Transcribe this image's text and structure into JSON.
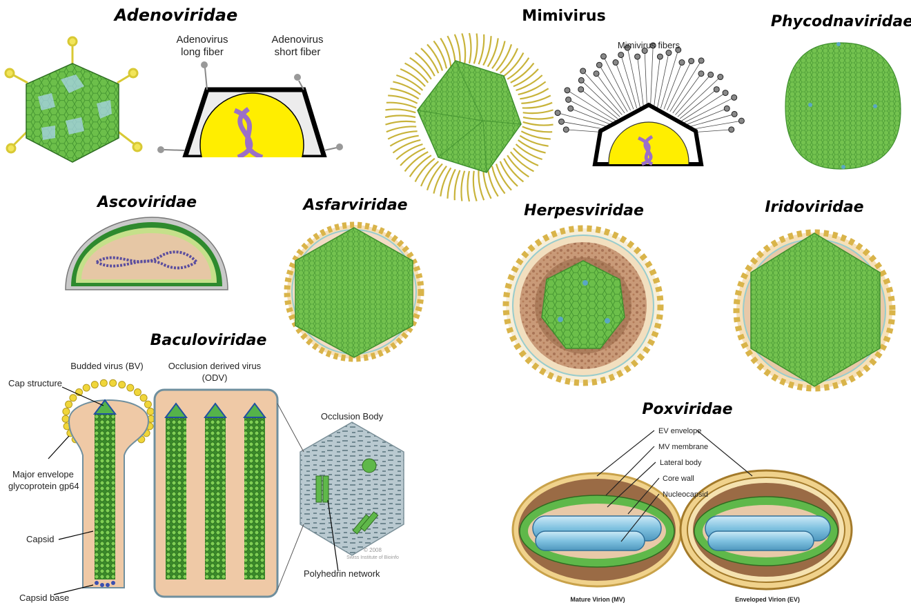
{
  "families": {
    "adenoviridae": "Adenoviridae",
    "mimivirus": "Mimivirus",
    "phycodnaviridae": "Phycodnaviridae",
    "ascoviridae": "Ascoviridae",
    "asfarviridae": "Asfarviridae",
    "herpesviridae": "Herpesviridae",
    "iridoviridae": "Iridoviridae",
    "baculoviridae": "Baculoviridae",
    "poxviridae": "Poxviridae"
  },
  "adeno_labels": {
    "long_fiber_1": "Adenovirus",
    "long_fiber_2": "long fiber",
    "short_fiber_1": "Adenovirus",
    "short_fiber_2": "short fiber"
  },
  "mimi_labels": {
    "fibers": "Mimivirus fibers"
  },
  "baculo_labels": {
    "bv": "Budded virus (BV)",
    "odv_1": "Occlusion derived virus",
    "odv_2": "(ODV)",
    "occlusion_body": "Occlusion Body",
    "cap_structure": "Cap structure",
    "gp64_1": "Major envelope",
    "gp64_2": "glycoprotein gp64",
    "capsid": "Capsid",
    "capsid_base": "Capsid base",
    "polyhedrin": "Polyhedrin network",
    "copyright_1": "© 2008",
    "copyright_2": "Swiss Institute of Bioinfo"
  },
  "pox_labels": {
    "ev_envelope": "EV envelope",
    "mv_membrane": "MV membrane",
    "lateral_body": "Lateral body",
    "core_wall": "Core wall",
    "nucleocapsid": "Nucleocapsid",
    "mv": "Mature Virion (MV)",
    "ev": "Enveloped Virion (EV)"
  },
  "colors": {
    "capsid_green": "#6cbf4a",
    "capsid_dark": "#3f8f2e",
    "dna_purple": "#9b6fc8",
    "core_yellow": "#ffee00",
    "tan": "#e8c9a8",
    "brown": "#9c6b4b",
    "blue_core": "#8ecbe6",
    "fiber_yellow": "#e8d44d"
  }
}
